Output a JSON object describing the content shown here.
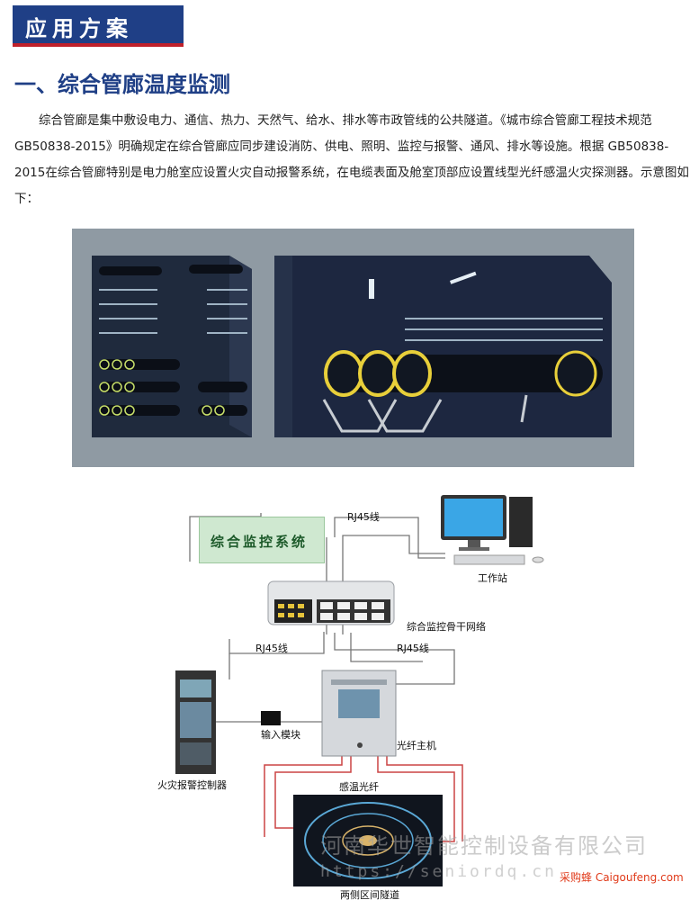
{
  "header": {
    "badge": "应用方案"
  },
  "section": {
    "title": "一、综合管廊温度监测"
  },
  "intro": "综合管廊是集中敷设电力、通信、热力、天然气、给水、排水等市政管线的公共隧道。《城市综合管廊工程技术规范GB50838-2015》明确规定在综合管廊应同步建设消防、供电、照明、监控与报警、通风、排水等设施。根据 GB50838-2015在综合管廊特别是电力舱室应设置火灾自动报警系统，在电缆表面及舱室顶部应设置线型光纤感温火灾探测器。示意图如下：",
  "diagram": {
    "system_box": "综合监控系统",
    "rj45_top": "RJ45线",
    "rj45_left": "RJ45线",
    "rj45_right": "RJ45线",
    "workstation": "工作站",
    "backbone": "综合监控骨干网络",
    "input_module": "输入模块",
    "fiber_host": "光纤主机",
    "fire_controller": "火灾报警控制器",
    "sensing_fiber": "感温光纤",
    "tunnel": "两侧区间隧道"
  },
  "watermark": {
    "company": "河南华世智能控制设备有限公司",
    "url": "https://seniordq.cn"
  },
  "brand": {
    "label": "采购蜂 Caigoufeng.com"
  }
}
